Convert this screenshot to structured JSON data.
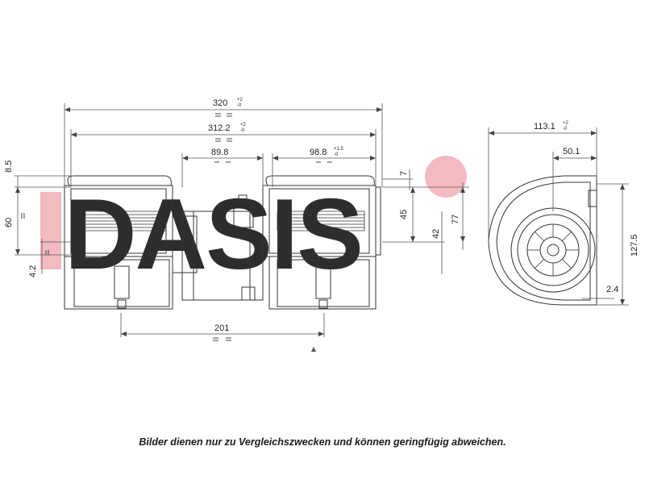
{
  "watermark": {
    "text": "DASIS",
    "colors": {
      "red": "#e0242a",
      "blue": "#2f5fa8",
      "pink": "#f2b7be"
    }
  },
  "dimensions": {
    "d320": {
      "value": "320",
      "tol_plus": "+2",
      "tol_minus": "-0"
    },
    "d312": {
      "value": "312.2",
      "tol_plus": "+2",
      "tol_minus": "-0"
    },
    "d89": {
      "value": "89.8"
    },
    "d98": {
      "value": "98.8",
      "tol_plus": "+1.5",
      "tol_minus": "-0"
    },
    "d113": {
      "value": "113.1",
      "tol_plus": "+2",
      "tol_minus": "-0"
    },
    "d50": {
      "value": "50.1"
    },
    "d85": {
      "value": "8.5"
    },
    "d60": {
      "value": "60"
    },
    "d42s": {
      "value": "4.2"
    },
    "d7": {
      "value": "7"
    },
    "d45": {
      "value": "45"
    },
    "d42": {
      "value": "42"
    },
    "d77": {
      "value": "77"
    },
    "d1275": {
      "value": "127.5"
    },
    "d24": {
      "value": "2.4"
    },
    "d201": {
      "value": "201"
    }
  },
  "caption": "Bilder dienen nur zu Vergleichszwecken und können geringfügig abweichen."
}
